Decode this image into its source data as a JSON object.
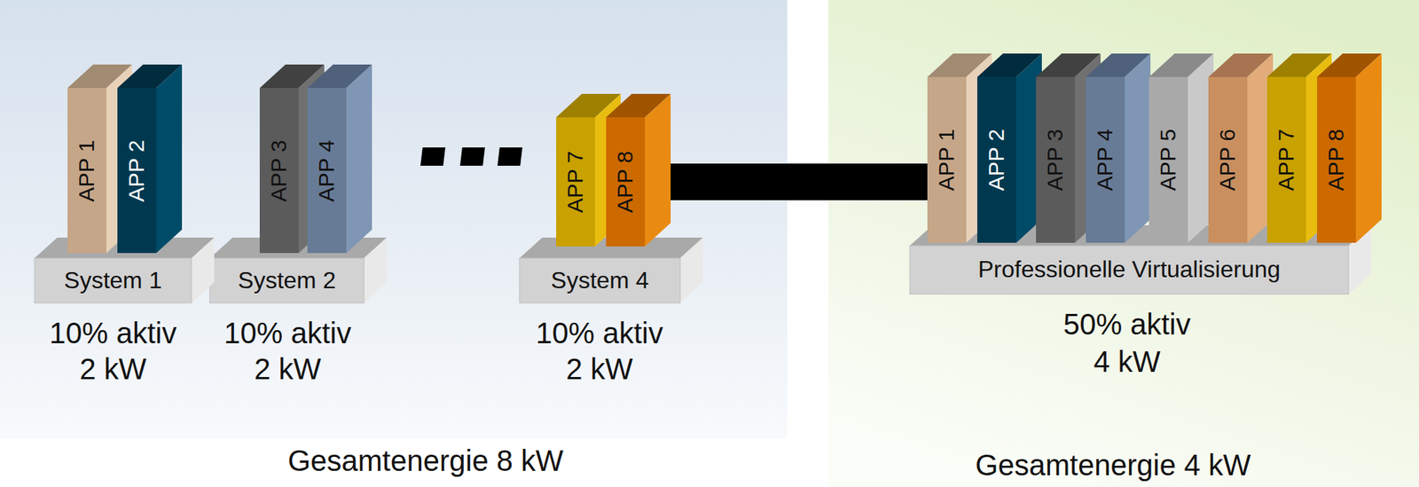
{
  "diagram": {
    "nodes": [
      {
        "text": [
          "APP 1"
        ]
      },
      {
        "text": [
          "APP 2"
        ]
      },
      {
        "text": [
          "APP 3"
        ]
      },
      {
        "text": [
          "APP 4"
        ]
      },
      {
        "text": [
          "APP 7"
        ]
      },
      {
        "text": [
          "APP 8"
        ]
      },
      {
        "text": [
          "System 1"
        ]
      },
      {
        "text": [
          "System 2"
        ]
      },
      {
        "text": [
          "System 4"
        ]
      },
      {
        "text": [
          "APP 1"
        ]
      },
      {
        "text": [
          "APP 2"
        ]
      },
      {
        "text": [
          "APP 3"
        ]
      },
      {
        "text": [
          "APP 4"
        ]
      },
      {
        "text": [
          "APP 5"
        ]
      },
      {
        "text": [
          "APP 6"
        ]
      },
      {
        "text": [
          "APP 7"
        ]
      },
      {
        "text": [
          "APP 8"
        ]
      },
      {
        "text": [
          "Professionelle Virtualisierung"
        ]
      }
    ],
    "edges": [
      {
        "from": 8,
        "to": 17,
        "arrow": "to"
      }
    ],
    "labels": [
      "10% aktiv",
      "2 kW",
      "10% aktiv",
      "2 kW",
      "10% aktiv",
      "2 kW",
      "50% aktiv",
      "4 kW",
      "Gesamtenergie 8 kW",
      "Gesamtenergie 4 kW"
    ]
  }
}
